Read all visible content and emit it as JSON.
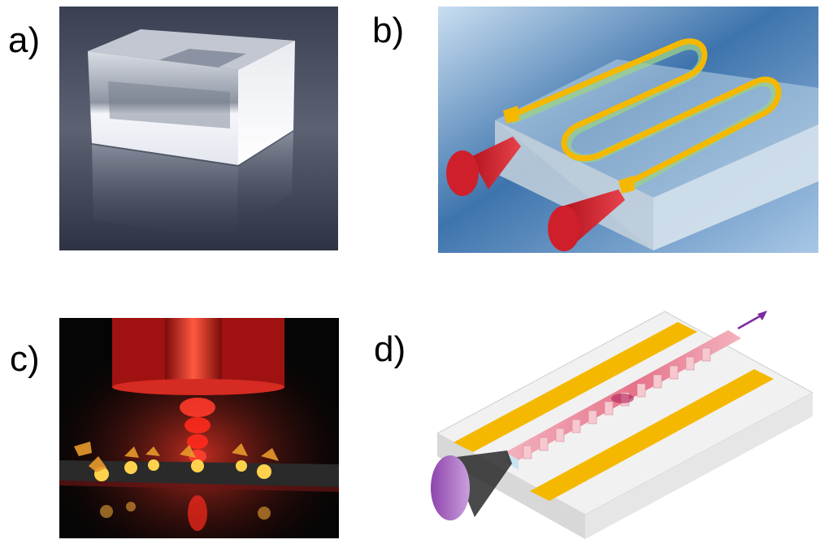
{
  "panels": [
    {
      "label": "a)"
    },
    {
      "label": "b)"
    },
    {
      "label": "c)"
    },
    {
      "label": "d)"
    }
  ],
  "colors": {
    "gold": "#f5b800",
    "red_cone": "#d9222c",
    "purple_cone": "#9b59b6",
    "blue_bg": "#3f77b0"
  }
}
